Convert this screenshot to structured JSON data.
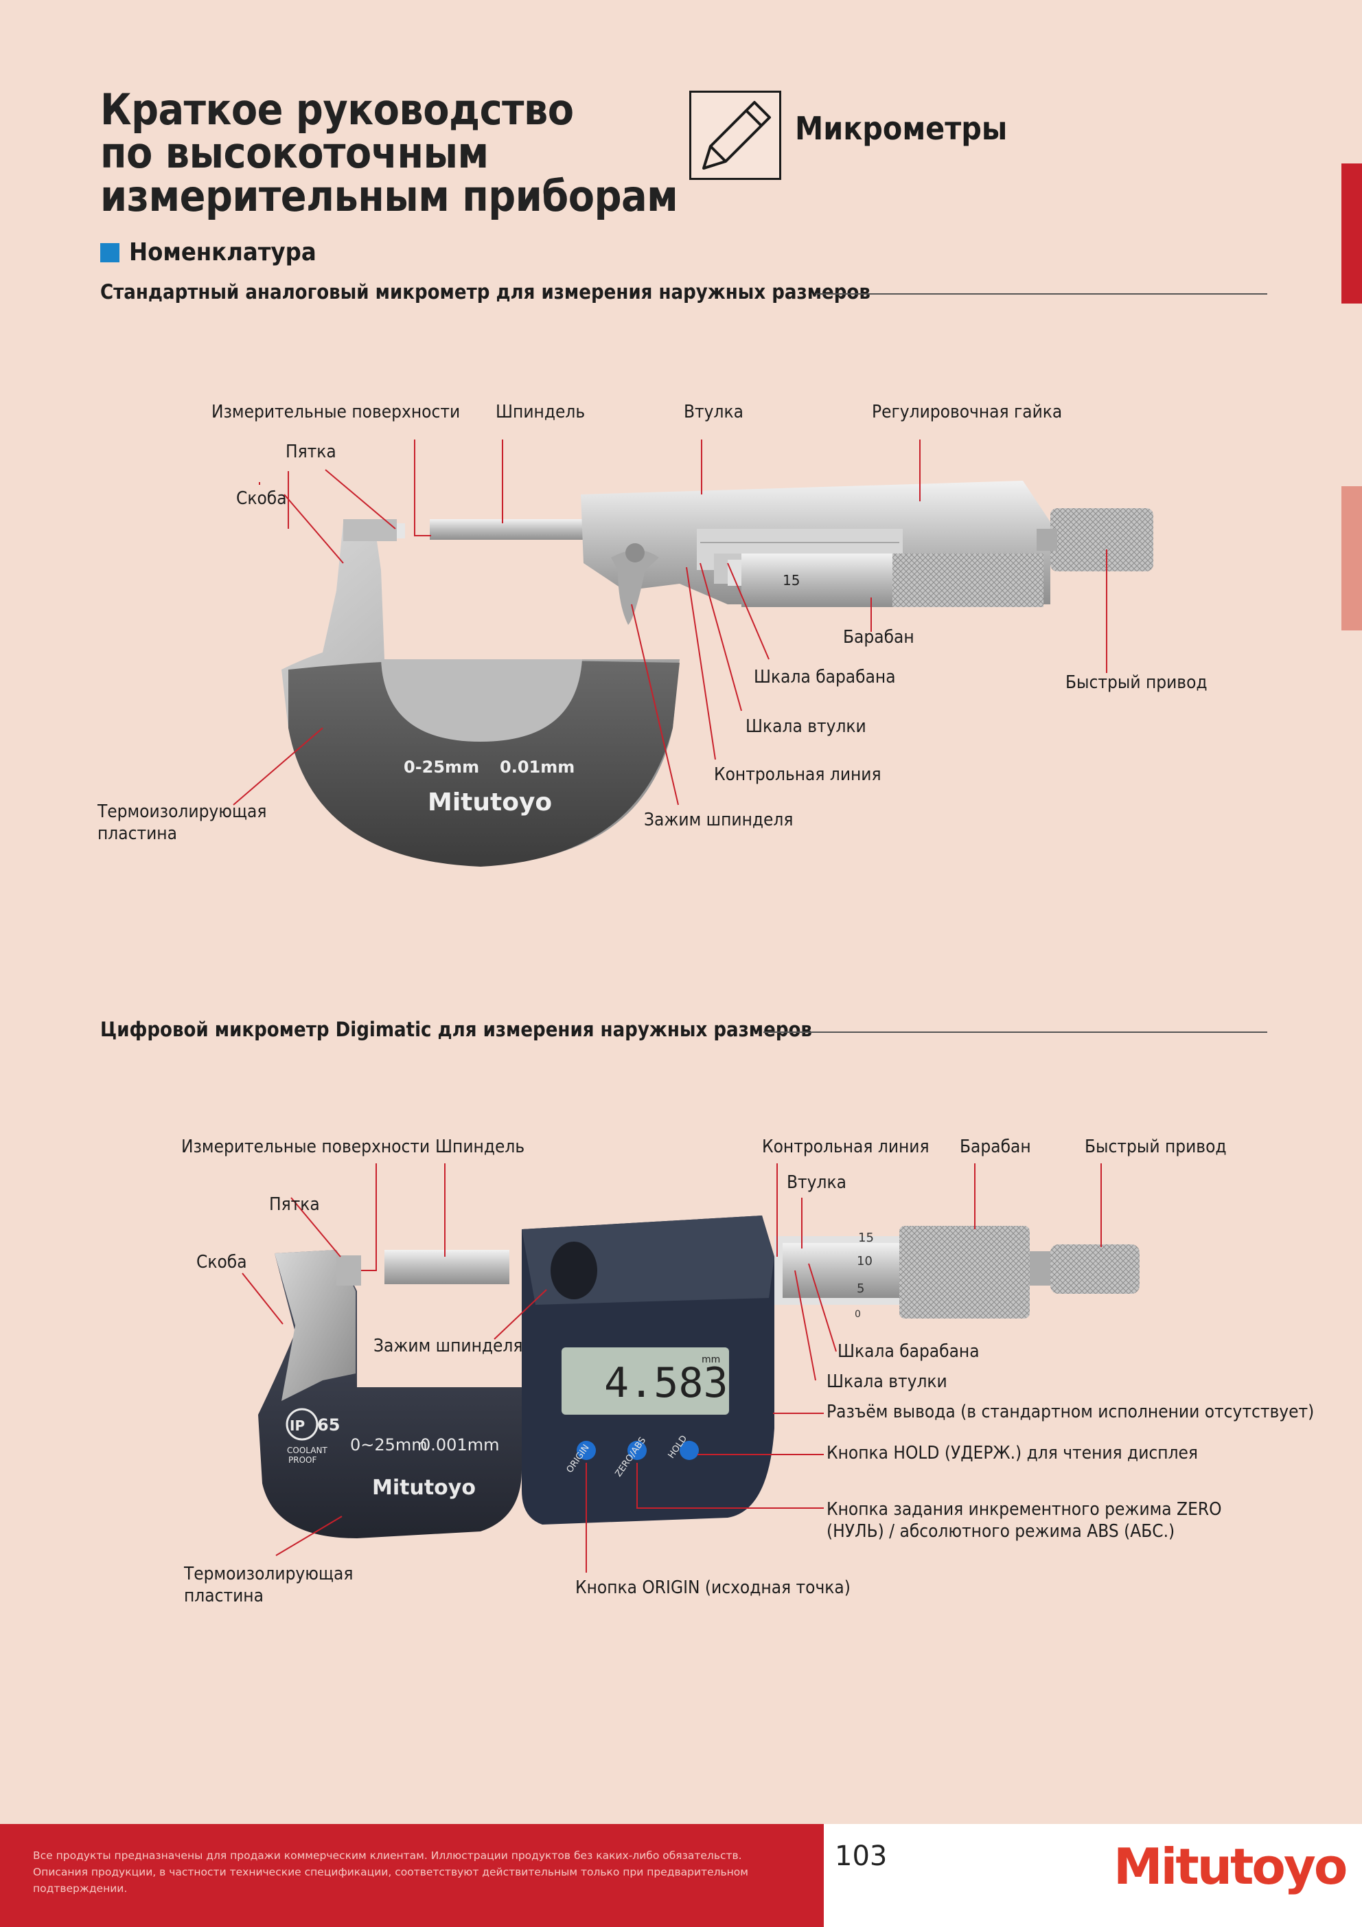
{
  "header": {
    "title_lines": [
      "Краткое руководство",
      "по высокоточным",
      "измерительным приборам"
    ],
    "section": "Микрометры",
    "pencil_icon": "pencil-icon"
  },
  "nomenclature": {
    "heading": "Номенклатура",
    "accent_color": "#1a84c9"
  },
  "analog": {
    "subtitle": "Стандартный аналоговый микрометр для измерения наружных размеров",
    "labels": {
      "measuring_faces": "Измерительные  поверхности",
      "spindle": "Шпиндель",
      "sleeve": "Втулка",
      "adjusting_nut": "Регулировочная гайка",
      "anvil": "Пятка",
      "frame": "Скоба",
      "thimble": "Барабан",
      "thimble_scale": "Шкала барабана",
      "ratchet": "Быстрый привод",
      "sleeve_scale": "Шкала втулки",
      "reference_line": "Контрольная линия",
      "spindle_lock": "Зажим шпинделя",
      "insulator_1": "Термоизолирующая",
      "insulator_2": "пластина"
    },
    "device": {
      "range": "0-25mm",
      "resolution": "0.01mm",
      "brand": "Mitutoyo",
      "thimble_mark": "15"
    }
  },
  "digital": {
    "subtitle": "Цифровой микрометр Digimatic для измерения наружных размеров",
    "labels": {
      "measuring_faces": "Измерительные  поверхности",
      "spindle": "Шпиндель",
      "reference_line": "Контрольная линия",
      "thimble": "Барабан",
      "ratchet": "Быстрый привод",
      "sleeve": "Втулка",
      "anvil": "Пятка",
      "frame": "Скоба",
      "spindle_lock": "Зажим шпинделя",
      "thimble_scale": "Шкала барабана",
      "sleeve_scale": "Шкала втулки",
      "output_connector": "Разъём вывода (в стандартном исполнении отсутствует)",
      "hold_button": "Кнопка HOLD (УДЕРЖ.) для чтения дисплея",
      "zero_abs_1": "Кнопка задания инкрементного режима ZERO",
      "zero_abs_2": "(НУЛЬ) / абсолютного режима ABS (АБС.)",
      "insulator_1": "Термоизолирующая",
      "insulator_2": "пластина",
      "origin_button": "Кнопка ORIGIN (исходная точка)"
    },
    "device": {
      "display_value": "4.583",
      "display_unit": "mm",
      "ip": "IP",
      "ip_rating": "65",
      "coolant": "COOLANT",
      "proof": "PROOF",
      "range": "0~25mm",
      "resolution": "0.001mm",
      "brand": "Mitutoyo",
      "btn_origin": "ORIGIN",
      "btn_zero": "ZERO/ABS",
      "btn_hold": "HOLD",
      "thimble_marks": [
        "15",
        "10",
        "5",
        "0"
      ]
    }
  },
  "footer": {
    "disclaimer": "Все продукты предназначены для продажи коммерческим клиентам. Иллюстрации продуктов без каких-либо обязательств. Описания продукции, в частности технические спецификации, соответствуют действительным только при предварительном подтверждении.",
    "page_number": "103",
    "brand": "Mitutoyo",
    "footer_color": "#c8202b",
    "brand_color": "#e23b2a"
  }
}
